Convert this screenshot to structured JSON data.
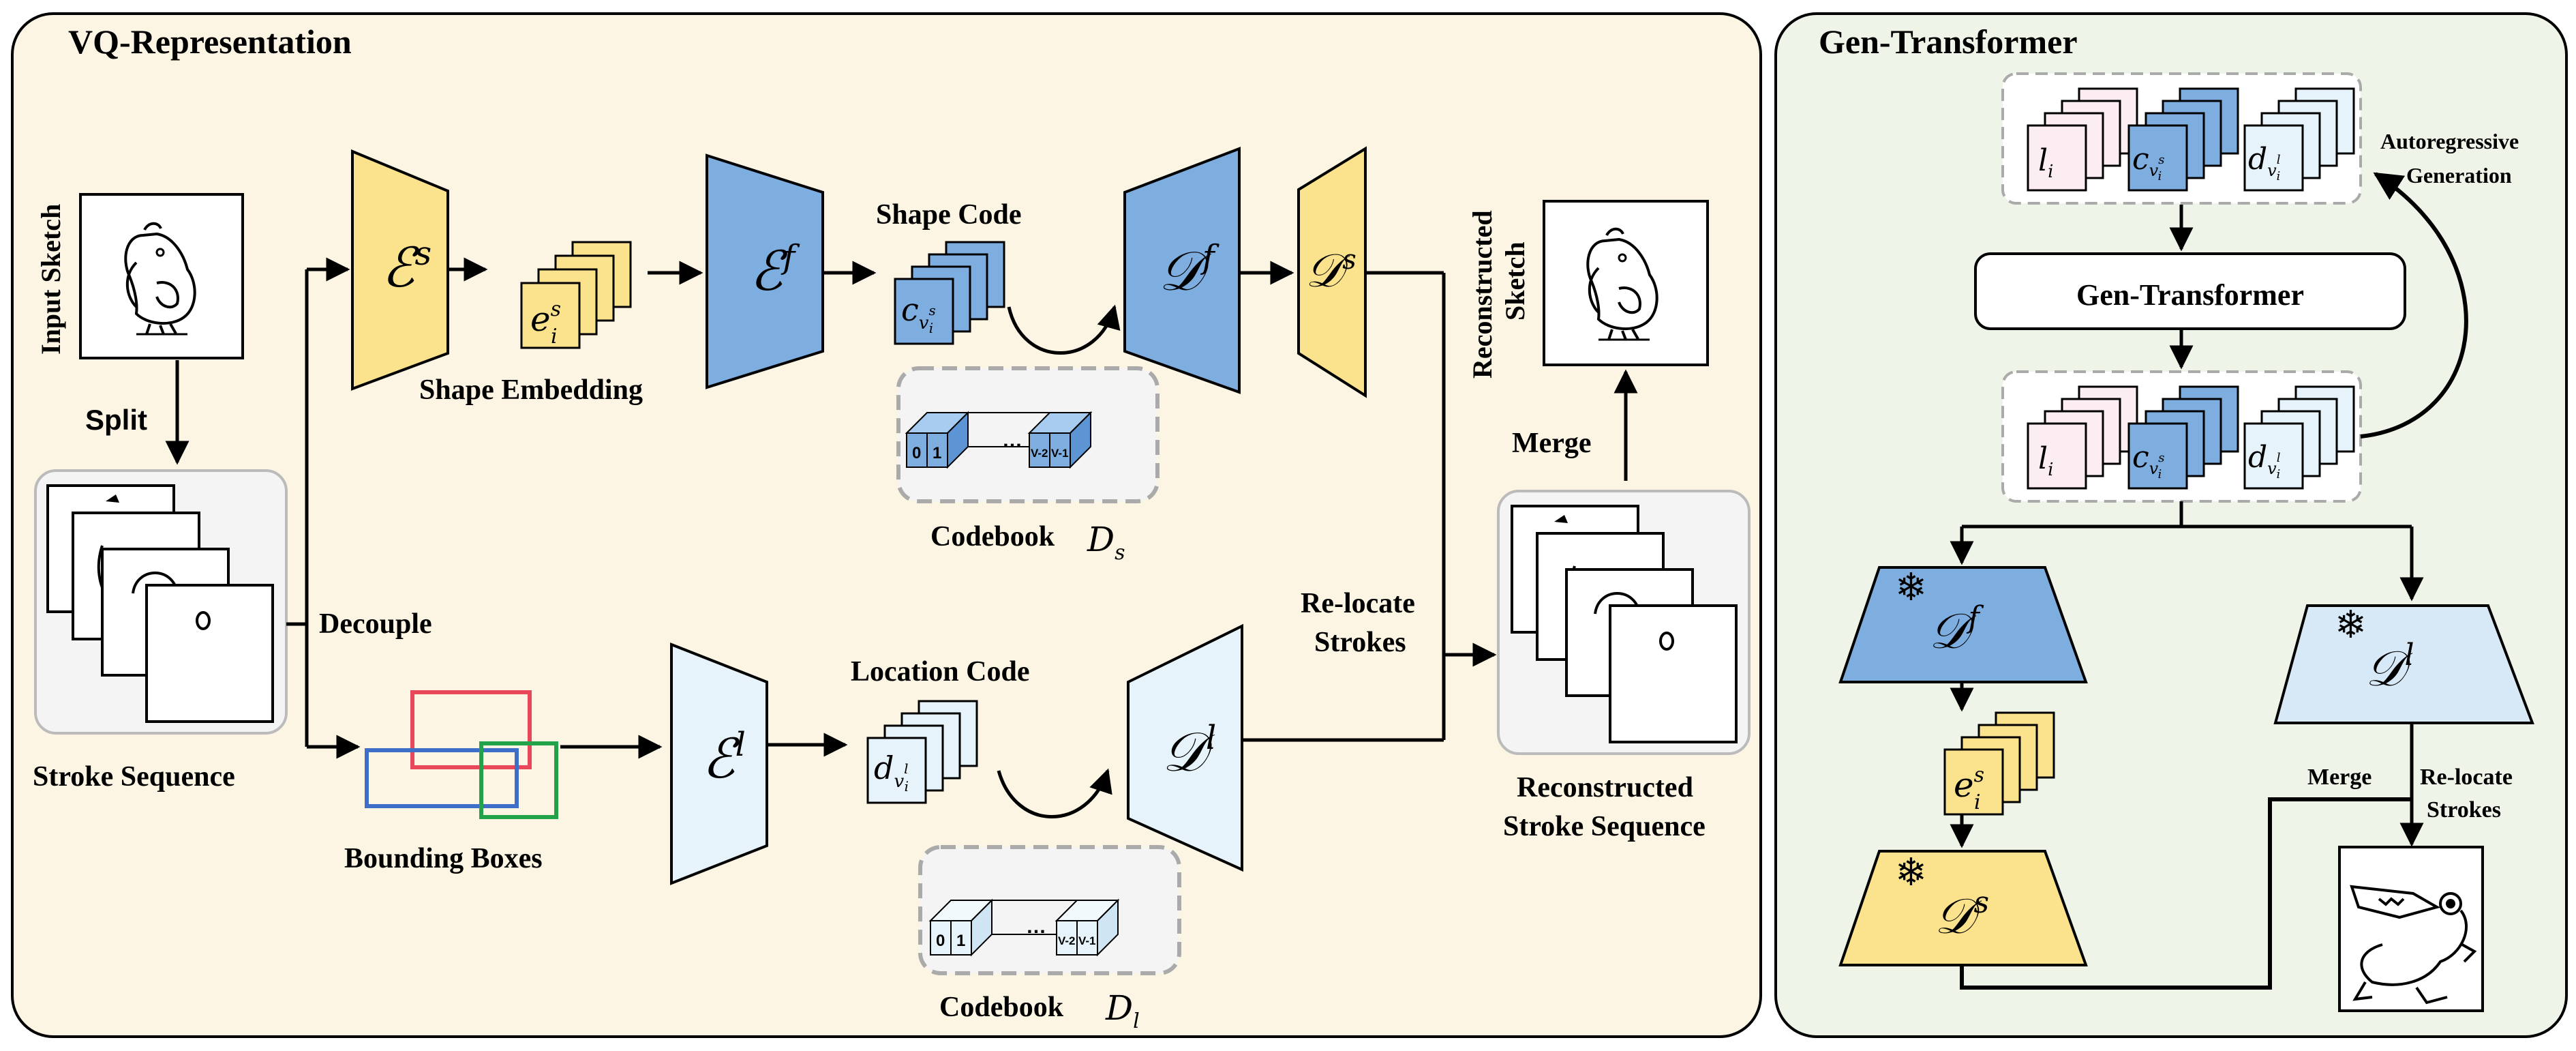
{
  "panels": {
    "vq_title": "VQ-Representation",
    "gen_title": "Gen-Transformer"
  },
  "labels": {
    "input_sketch": "Input Sketch",
    "split": "Split",
    "stroke_sequence": "Stroke Sequence",
    "decouple": "Decouple",
    "shape_embedding": "Shape Embedding",
    "shape_code": "Shape Code",
    "codebook": "Codebook",
    "bounding_boxes": "Bounding Boxes",
    "location_code": "Location Code",
    "relocate_line1": "Re-locate",
    "relocate_line2": "Strokes",
    "merge": "Merge",
    "reconstructed_sketch_line1": "Reconstructed",
    "reconstructed_sketch_line2": "Sketch",
    "reconstructed_seq_line1": "Reconstructed",
    "reconstructed_seq_line2": "Stroke Sequence",
    "autoregressive_line1": "Autoregressive",
    "autoregressive_line2": "Generation",
    "gen_transformer_box": "Gen-Transformer",
    "merge_right": "Merge",
    "relocate_right_line1": "Re-locate",
    "relocate_right_line2": "Strokes"
  },
  "codebook_cells": {
    "first": "0",
    "second": "1",
    "ellipsis": "…",
    "penultimate": "V-2",
    "last": "V-1"
  },
  "colors": {
    "vq_bg": "#fcf5e3",
    "gen_bg": "#eef4e8",
    "yellow": "#fbe28c",
    "blue": "#7eaee0",
    "light_blue": "#e6f3fb",
    "pink": "#fcedf2",
    "red_box": "#e8485a",
    "blue_box": "#3d6fc8",
    "green_box": "#22a34a"
  },
  "icons": [
    "snowflake-icon",
    "sketch-bird-icon",
    "sketch-dragon-icon"
  ]
}
